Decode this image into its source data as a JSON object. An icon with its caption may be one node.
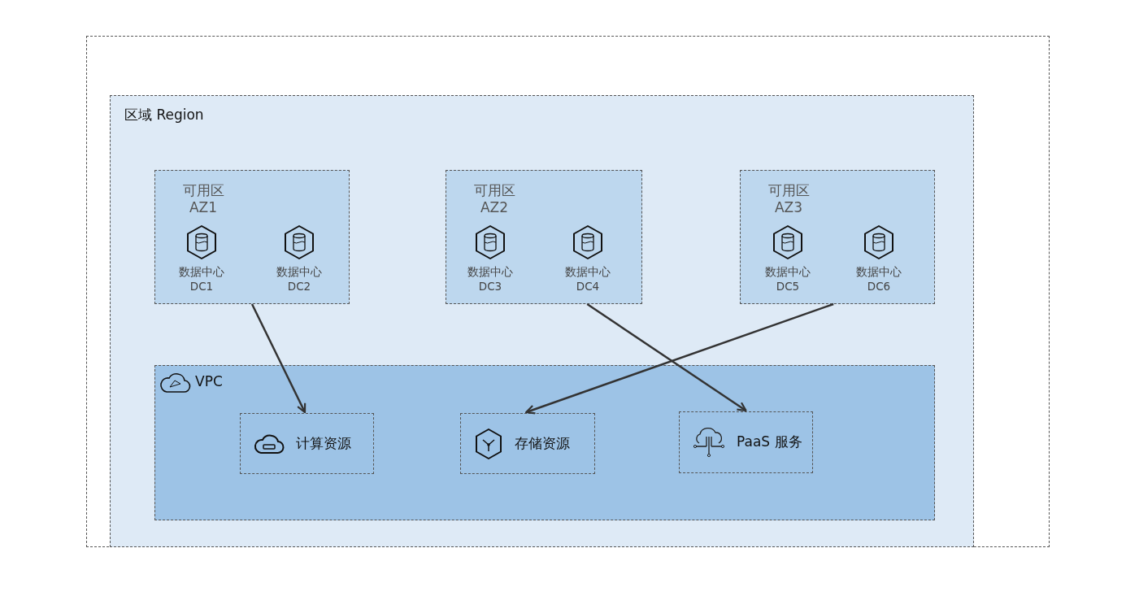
{
  "diagram": {
    "nodes": [
      {
        "text": [],
        "shape": "box"
      },
      {
        "text": [
          "区域 Region"
        ],
        "in": 0
      },
      {
        "text": [
          "可用区 AZ1"
        ],
        "in": 1
      },
      {
        "text": [
          "数据中心 DC1"
        ],
        "in": 2
      },
      {
        "text": [
          "数据中心 DC2"
        ],
        "in": 2
      },
      {
        "text": [
          "可用区 AZ2"
        ],
        "in": 1
      },
      {
        "text": [
          "数据中心 DC3"
        ],
        "in": 5
      },
      {
        "text": [
          "数据中心 DC4"
        ],
        "in": 5
      },
      {
        "text": [
          "可用区 AZ3"
        ],
        "in": 1
      },
      {
        "text": [
          "数据中心 DC5"
        ],
        "in": 8
      },
      {
        "text": [
          "数据中心 DC6"
        ],
        "in": 8
      },
      {
        "text": [
          "VPC"
        ],
        "in": 1
      },
      {
        "text": [
          "计算资源"
        ],
        "in": 11
      },
      {
        "text": [
          "存储资源"
        ],
        "in": 11
      },
      {
        "text": [
          "PaaS 服务"
        ],
        "in": 11
      }
    ],
    "edges": [
      {
        "from": 2,
        "to": 12,
        "arrow": "to"
      },
      {
        "from": 5,
        "to": 14,
        "arrow": "to"
      },
      {
        "from": 8,
        "to": 13,
        "arrow": "to"
      }
    ]
  }
}
